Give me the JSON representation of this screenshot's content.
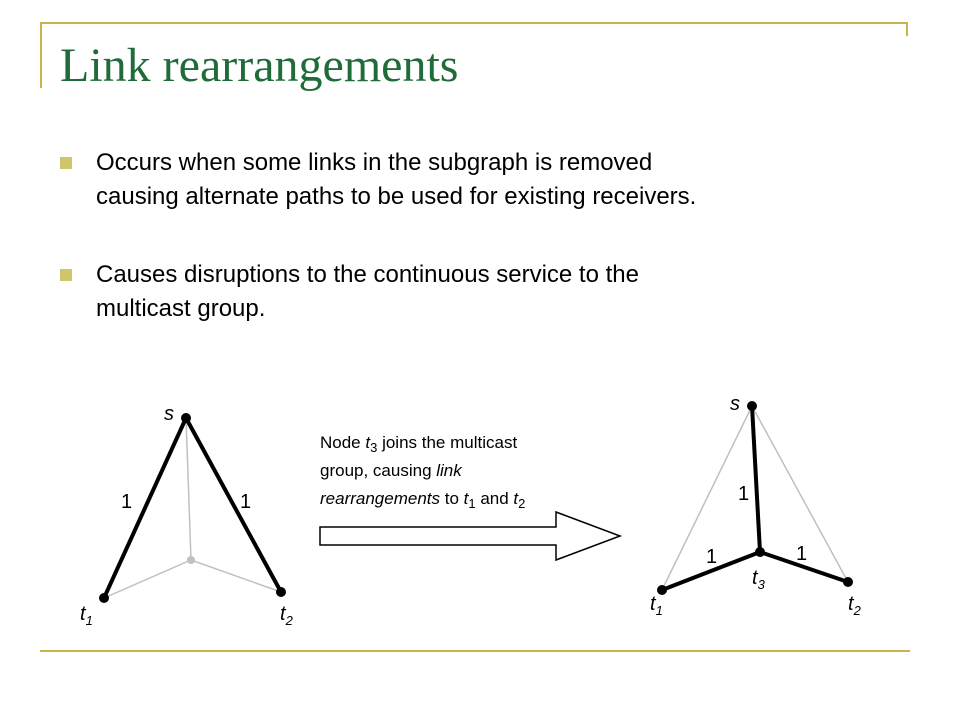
{
  "slide": {
    "title": "Link rearrangements",
    "bullets": [
      {
        "line1": "Occurs when some links in the subgraph is removed",
        "line2": "causing alternate paths to be used for existing receivers."
      },
      {
        "line1": "Causes disruptions to the continuous service to the",
        "line2": "multicast group."
      }
    ]
  },
  "diagram": {
    "left": {
      "source": "s",
      "leaf1": "t",
      "leaf1_sub": "1",
      "leaf2": "t",
      "leaf2_sub": "2",
      "weight_left": "1",
      "weight_right": "1"
    },
    "arrow_caption": {
      "l1_a": "Node ",
      "l1_t": "t",
      "l1_sub": "3",
      "l1_b": " joins the multicast",
      "l2_a": "group, causing ",
      "l2_i": "link",
      "l3_i": "rearrangements",
      "l3_b": " to ",
      "l3_t1": "t",
      "l3_s1": "1",
      "l3_and": " and ",
      "l3_t2": "t",
      "l3_s2": "2"
    },
    "right": {
      "source": "s",
      "center": "t",
      "center_sub": "3",
      "leaf1": "t",
      "leaf1_sub": "1",
      "leaf2": "t",
      "leaf2_sub": "2",
      "weight_top": "1",
      "weight_left": "1",
      "weight_right": "1"
    },
    "colors": {
      "thick": "#000000",
      "thin": "#c0c0c0",
      "node": "#000000",
      "hidden_node": "#c0c0c0"
    }
  }
}
